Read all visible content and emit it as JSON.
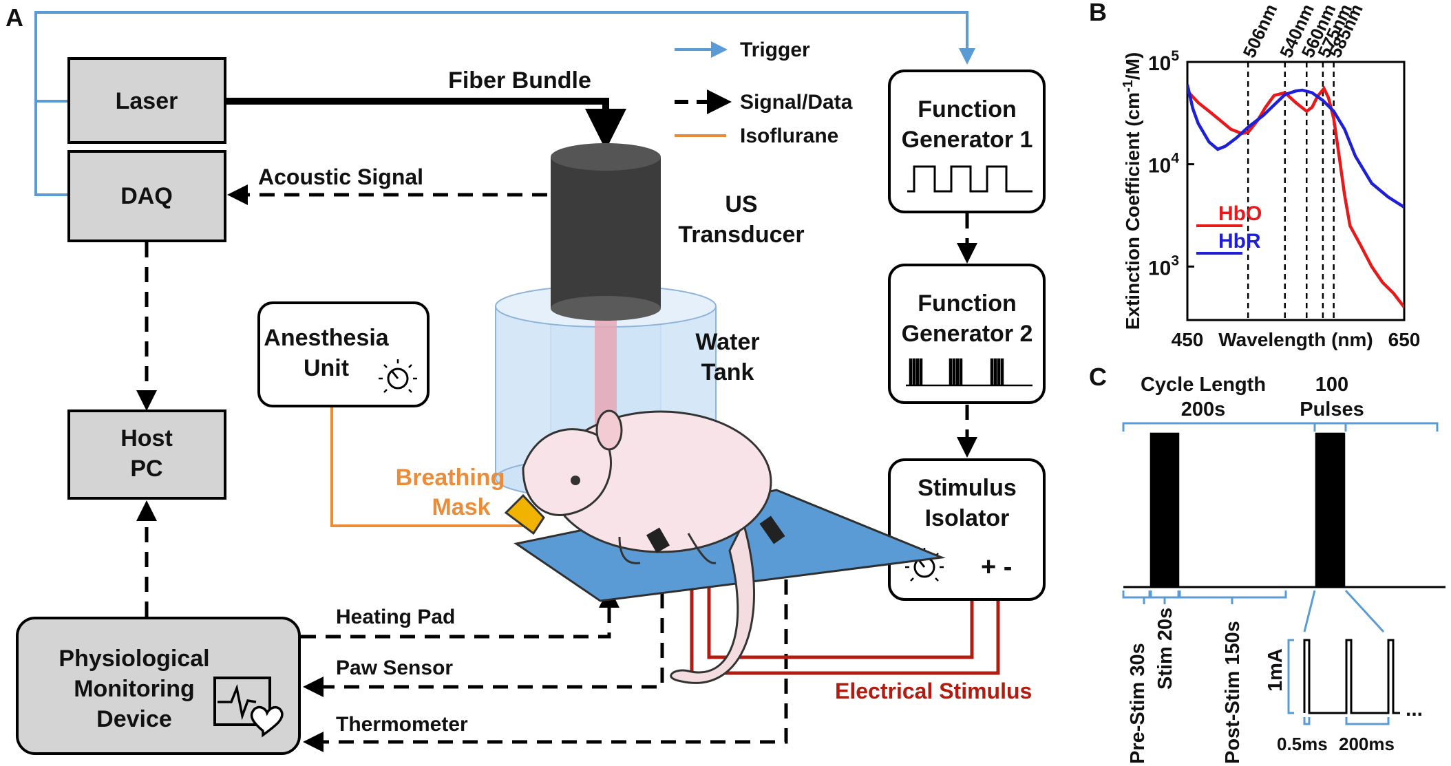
{
  "panels": {
    "a": "A",
    "b": "B",
    "c": "C"
  },
  "legend": {
    "trigger": "Trigger",
    "signal": "Signal/Data",
    "isoflurane": "Isoflurane"
  },
  "boxes": {
    "laser": "Laser",
    "daq": "DAQ",
    "host_line1": "Host",
    "host_line2": "PC",
    "anesthesia_line1": "Anesthesia",
    "anesthesia_line2": "Unit",
    "fg1_line1": "Function",
    "fg1_line2": "Generator 1",
    "fg2_line1": "Function",
    "fg2_line2": "Generator 2",
    "stim_line1": "Stimulus",
    "stim_line2": "Isolator",
    "stim_polarity": "+ -",
    "physio_line1": "Physiological",
    "physio_line2": "Monitoring",
    "physio_line3": "Device"
  },
  "labels": {
    "fiber_bundle": "Fiber Bundle",
    "acoustic_signal": "Acoustic Signal",
    "us_line1": "US",
    "us_line2": "Transducer",
    "water_line1": "Water",
    "water_line2": "Tank",
    "breathing_line1": "Breathing",
    "breathing_line2": "Mask",
    "heating_pad": "Heating Pad",
    "paw_sensor": "Paw Sensor",
    "thermometer": "Thermometer",
    "electrical_stimulus": "Electrical Stimulus"
  },
  "colors": {
    "trigger": "#5b9bd5",
    "isoflurane": "#ed8c38",
    "electrical": "#b01c10",
    "hbo": "#e8191b",
    "hbr": "#1f1fd6",
    "pad": "#5b9bd5",
    "box_grey": "#d4d4d4"
  },
  "chart_data": {
    "type": "line",
    "xlabel": "Wavelength (nm)",
    "ylabel": "Extinction Coefficient (cm",
    "ylabel_sup": "-1",
    "ylabel_end": "/M)",
    "xlim": [
      450,
      650
    ],
    "ylim": [
      300,
      100000
    ],
    "yscale": "log",
    "x_ticks": [
      "450",
      "650"
    ],
    "y_ticks": [
      {
        "value": 1000,
        "base": "10",
        "exp": "3"
      },
      {
        "value": 10000,
        "base": "10",
        "exp": "4"
      },
      {
        "value": 100000,
        "base": "10",
        "exp": "5"
      }
    ],
    "vlines": [
      {
        "x": 506,
        "label": "506nm"
      },
      {
        "x": 540,
        "label": "540nm"
      },
      {
        "x": 560,
        "label": "560nm"
      },
      {
        "x": 575,
        "label": "575nm"
      },
      {
        "x": 585,
        "label": "585nm"
      }
    ],
    "series": [
      {
        "name": "HbO",
        "x": [
          450,
          460,
          470,
          480,
          490,
          500,
          506,
          515,
          522,
          530,
          540,
          550,
          560,
          565,
          570,
          576,
          580,
          585,
          590,
          595,
          600,
          610,
          620,
          630,
          640,
          650
        ],
        "y": [
          52000,
          40000,
          33000,
          27000,
          22000,
          20000,
          20500,
          27000,
          36000,
          47000,
          50000,
          40000,
          33000,
          36000,
          46000,
          55000,
          45000,
          28000,
          12000,
          5000,
          2500,
          1600,
          1000,
          700,
          550,
          400
        ]
      },
      {
        "name": "HbR",
        "x": [
          450,
          455,
          460,
          470,
          478,
          485,
          495,
          506,
          520,
          530,
          540,
          550,
          556,
          565,
          575,
          585,
          595,
          605,
          620,
          635,
          650
        ],
        "y": [
          60000,
          35000,
          25000,
          16500,
          14000,
          15000,
          18000,
          23000,
          30000,
          38000,
          48000,
          52000,
          53000,
          50000,
          42000,
          33000,
          22000,
          12000,
          6500,
          4800,
          3800
        ]
      }
    ]
  },
  "timing": {
    "cycle_line1": "Cycle Length",
    "cycle_line2": "200s",
    "pulses_line1": "100",
    "pulses_line2": "Pulses",
    "pre_stim": "Pre-Stim 30s",
    "stim": "Stim 20s",
    "post_stim": "Post-Stim 150s",
    "amplitude": "1mA",
    "width": "0.5ms",
    "period": "200ms",
    "ellipsis": "..."
  }
}
